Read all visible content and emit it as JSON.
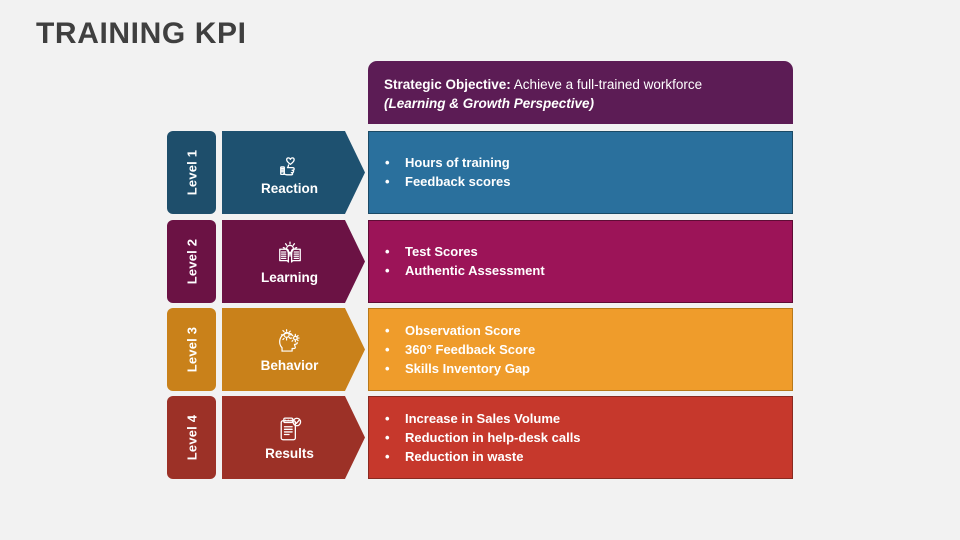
{
  "slide": {
    "title": "TRAINING KPI",
    "background_color": "#f2f2f2",
    "title_color": "#3f3f3f"
  },
  "objective": {
    "label": "Strategic Objective:",
    "text": " Achieve a full-trained workforce",
    "perspective": "(Learning & Growth Perspective)",
    "fill_color": "#5c1c55"
  },
  "levels": [
    {
      "level_label": "Level 1",
      "stage_name": "Reaction",
      "icon": "thumbs-up-heart-icon",
      "chip_color": "#1e4e6b",
      "arrow_color": "#1e5170",
      "panel_color": "#2a709d",
      "panel_border": "#1b4a66",
      "bullets": [
        "Hours of training",
        "Feedback scores"
      ]
    },
    {
      "level_label": "Level 2",
      "stage_name": "Learning",
      "icon": "book-lightbulb-icon",
      "chip_color": "#6b1244",
      "arrow_color": "#6b1244",
      "panel_color": "#9c1458",
      "panel_border": "#5f0c35",
      "bullets": [
        "Test Scores",
        "Authentic Assessment"
      ]
    },
    {
      "level_label": "Level 3",
      "stage_name": "Behavior",
      "icon": "head-gears-icon",
      "chip_color": "#c9811a",
      "arrow_color": "#c9811a",
      "panel_color": "#ef9c2b",
      "panel_border": "#b8791a",
      "bullets": [
        "Observation Score",
        "360° Feedback Score",
        "Skills Inventory Gap"
      ]
    },
    {
      "level_label": "Level 4",
      "stage_name": "Results",
      "icon": "clipboard-check-icon",
      "chip_color": "#9c3127",
      "arrow_color": "#9c3127",
      "panel_color": "#c6382c",
      "panel_border": "#8a2a21",
      "bullets": [
        "Increase in Sales Volume",
        "Reduction in help-desk calls",
        "Reduction in waste"
      ]
    }
  ],
  "bullet_glyph": "•"
}
